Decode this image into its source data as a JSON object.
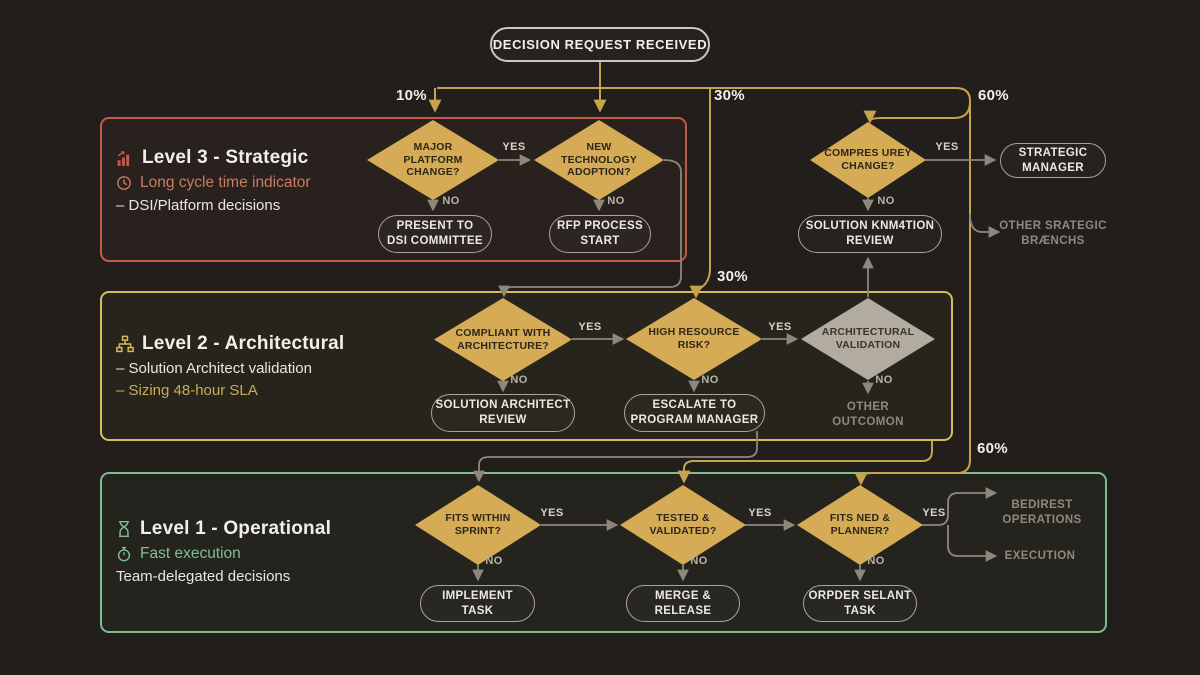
{
  "start": {
    "label": "DECISION REQUEST RECEIVED"
  },
  "percent_labels": {
    "p10": "10%",
    "p30": "30%",
    "p60": "60%"
  },
  "edge_labels": {
    "yes": "YES",
    "no": "NO"
  },
  "levels": {
    "level3": {
      "title": "Level 3 - Strategic",
      "subtitle": "Long cycle time indicator",
      "detail": "– DSI/Platform decisions",
      "accent": "#c4594a",
      "icon": "bar-chart-icon",
      "subtitle_icon": "clock-icon"
    },
    "level2": {
      "title": "Level 2 - Architectural",
      "subtitle": "– Solution Architect validation",
      "detail": "– Sizing 48-hour SLA",
      "accent": "#d6bd5c",
      "icon": "sitemap-icon"
    },
    "level1": {
      "title": "Level 1 - Operational",
      "subtitle": "Fast execution",
      "detail": "Team-delegated decisions",
      "accent": "#7cbd8b",
      "icon": "hourglass-icon",
      "subtitle_icon": "stopwatch-icon"
    }
  },
  "nodes": {
    "decision_major_platform": "MAJOR\nPLATFORM\nCHANGE?",
    "decision_new_technology": "NEW\nTECHNOLOGY\nADOPTION?",
    "decision_compres_urey": "COMPRES UREY\nCHANGE?",
    "present_to_dsi": "PRESENT TO\nDSI COMMITTEE",
    "rfp_process": "RFP PROCESS\nSTART",
    "strategic_manager": "STRATEGIC\nMANAGER",
    "solution_review": "SOLUTION KNM4TION\nREVIEW",
    "other_strategic": "OTHER SRATEGIC\nBRÆNCHS",
    "decision_compliant": "COMPLIANT WITH\nARCHITECTURE?",
    "decision_high_resource": "HIGH RESOURCE\nRISK?",
    "decision_arch_validation": "ARCHITECTURAL\nVALIDATION",
    "solution_architect_review": "SOLUTION ARCHITECT\nREVIEW",
    "escalate_pm": "ESCALATE TO\nPROGRAM MANAGER",
    "other_outcomon": "OTHER\nOUTCOMON",
    "decision_fits_sprint": "FITS WITHIN\nSPRINT?",
    "decision_tested": "TESTED &\nVALIDATED?",
    "decision_fits_ned": "FITS NED &\nPLANNER?",
    "implement_task": "IMPLEMENT\nTASK",
    "merge_release": "MERGE &\nRELEASE",
    "orpder_selant": "ORPDER SELANT\nTASK",
    "bedirest_operations": "BEDIREST\nOPERATIONS",
    "execution": "EXECUTION"
  },
  "colors": {
    "background": "#211e1b",
    "gold_line": "#c9a24e",
    "gray_line": "#8d877c",
    "diamond_fill": "#d5ac55",
    "gray_diamond_fill": "#b2aba0",
    "pill_border": "#a9a399",
    "red_accent": "#c4594a",
    "yellow_accent": "#d6bd5c",
    "green_accent": "#7cbd8b",
    "level3_subtitle_color": "#cb7a63",
    "level2_detail_color": "#c9ad52",
    "level1_subtitle_color": "#7fc08e"
  }
}
